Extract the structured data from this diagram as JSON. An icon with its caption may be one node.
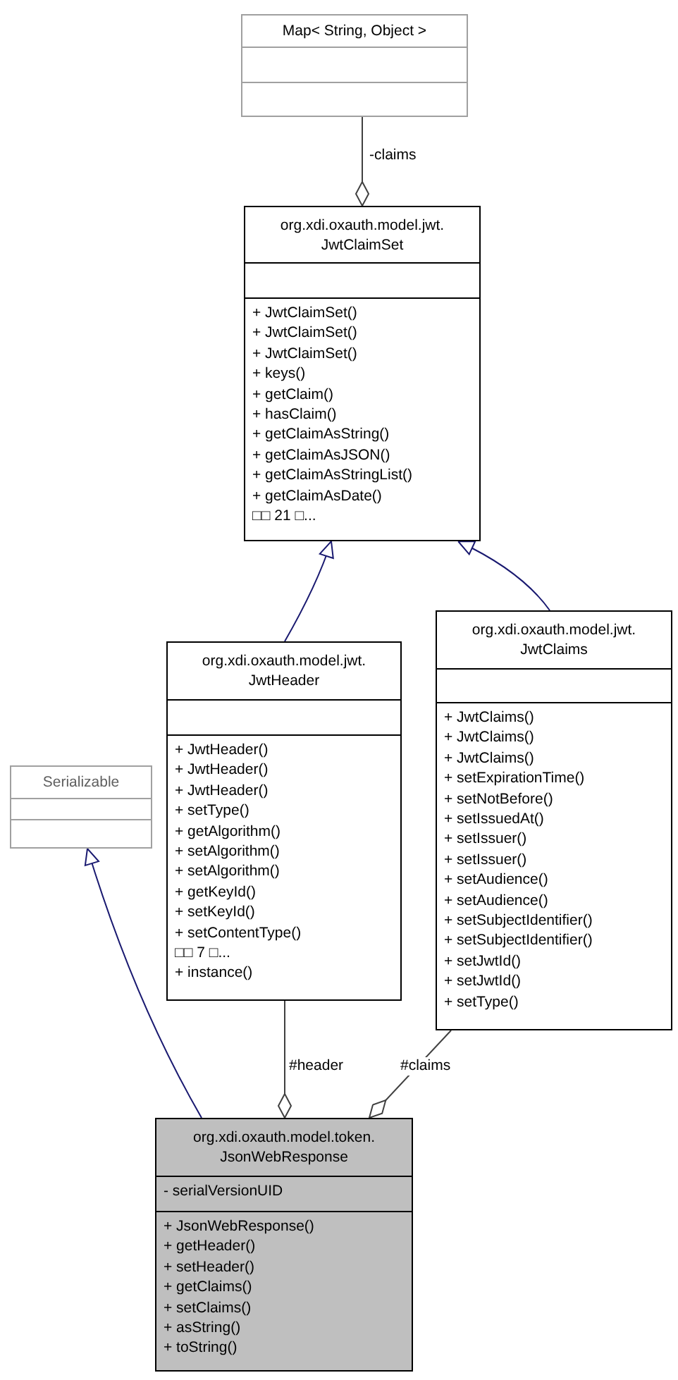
{
  "diagram": {
    "nodes": [
      {
        "text": [
          "Map< String, Object >"
        ]
      },
      {
        "text": [],
        "shape": "box",
        "in": 0
      },
      {
        "text": [],
        "shape": "box",
        "in": 0
      },
      {
        "text": [
          "org.xdi.oxauth.model.jwt. JwtClaimSet"
        ]
      },
      {
        "text": [],
        "shape": "box",
        "in": 3
      },
      {
        "text": [
          "+ JwtClaimSet()",
          "+ JwtClaimSet()",
          "+ JwtClaimSet()",
          "+ keys()",
          "+ getClaim()",
          "+ hasClaim()",
          "+ getClaimAsString()",
          "+ getClaimAsJSON()",
          "+ getClaimAsStringList()",
          "+ getClaimAsDate()",
          "□□ 21 □..."
        ],
        "in": 3
      },
      {
        "text": [
          "org.xdi.oxauth.model.jwt. JwtClaims"
        ]
      },
      {
        "text": [],
        "shape": "box",
        "in": 6
      },
      {
        "text": [
          "+ JwtClaims()",
          "+ JwtClaims()",
          "+ JwtClaims()",
          "+ setExpirationTime()",
          "+ setNotBefore()",
          "+ setIssuedAt()",
          "+ setIssuer()",
          "+ setIssuer()",
          "+ setAudience()",
          "+ setAudience()",
          "+ setSubjectIdentifier()",
          "+ setSubjectIdentifier()",
          "+ setJwtId()",
          "+ setJwtId()",
          "+ setType()"
        ],
        "in": 6
      },
      {
        "text": [
          "org.xdi.oxauth.model.jwt. JwtHeader"
        ]
      },
      {
        "text": [],
        "shape": "box",
        "in": 9
      },
      {
        "text": [
          "+ JwtHeader()",
          "+ JwtHeader()",
          "+ JwtHeader()",
          "+ setType()",
          "+ getAlgorithm()",
          "+ setAlgorithm()",
          "+ setAlgorithm()",
          "+ getKeyId()",
          "+ setKeyId()",
          "+ setContentType()",
          "□□ 7 □...",
          "+ instance()"
        ],
        "in": 9
      },
      {
        "text": [
          "Serializable"
        ]
      },
      {
        "text": [],
        "shape": "box",
        "in": 12
      },
      {
        "text": [],
        "shape": "box",
        "in": 12
      },
      {
        "text": [
          "org.xdi.oxauth.model.token. JsonWebResponse"
        ]
      },
      {
        "text": [
          "- serialVersionUID"
        ],
        "in": 15
      },
      {
        "text": [
          "+ JsonWebResponse()",
          "+ getHeader()",
          "+ setHeader()",
          "+ getClaims()",
          "+ setClaims()",
          "+ asString()",
          "+ toString()"
        ],
        "in": 15
      }
    ],
    "edges": [
      {
        "from": 0,
        "to": 3,
        "arrow": "other",
        "label": "-claims",
        "color": "#404040"
      },
      {
        "from": 9,
        "to": 3,
        "arrow": "to"
      },
      {
        "from": 6,
        "to": 3,
        "arrow": "to"
      },
      {
        "from": 15,
        "to": 12,
        "arrow": "to"
      },
      {
        "from": 9,
        "to": 15,
        "arrow": "other",
        "label": "#header",
        "color": "#404040"
      },
      {
        "from": 6,
        "to": 15,
        "arrow": "other",
        "label": "#claims",
        "color": "#404040"
      }
    ]
  }
}
